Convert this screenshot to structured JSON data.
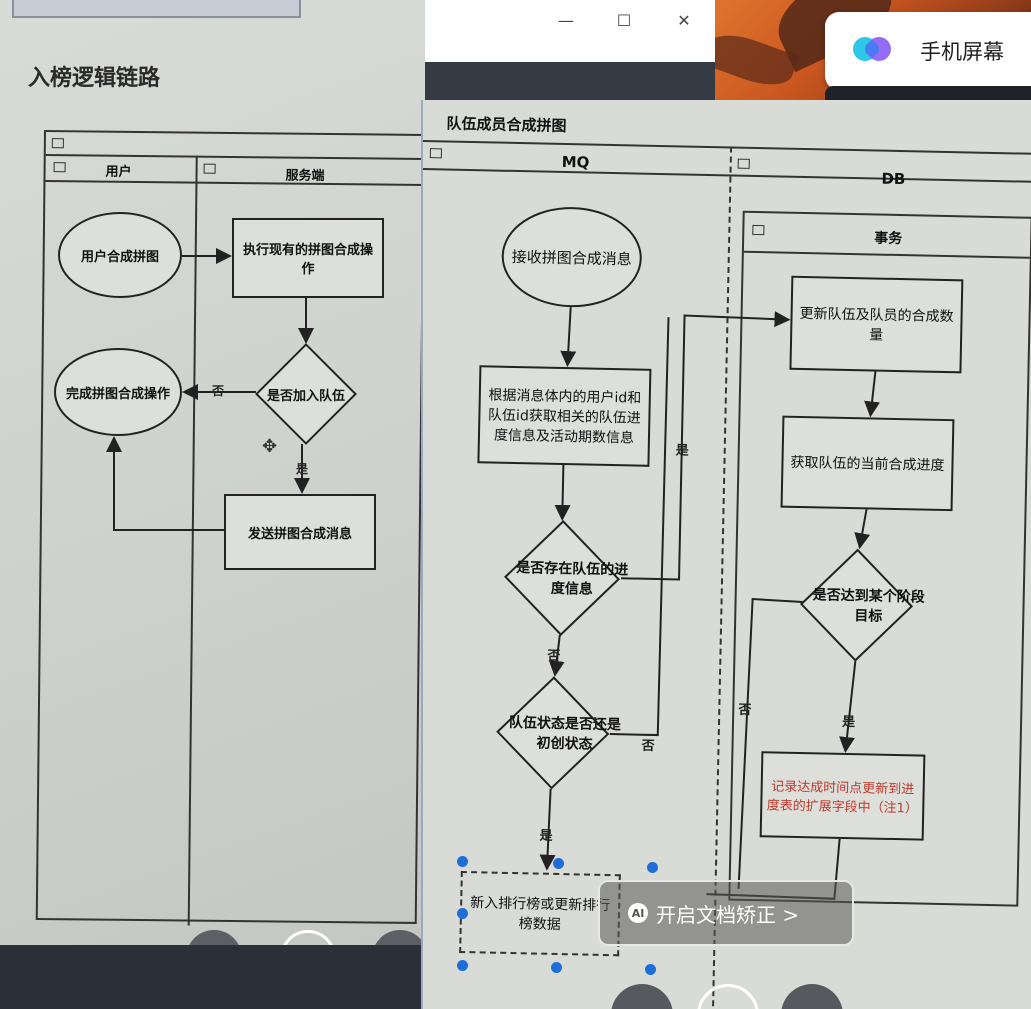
{
  "left_panel": {
    "section_title": "入榜逻辑链路",
    "lanes": {
      "user": "用户",
      "server": "服务端"
    },
    "nodes": {
      "user_compose": "用户合成拼图",
      "exec_compose": "执行现有的拼图合成操作",
      "is_join_team": "是否加入队伍",
      "finish_compose": "完成拼图合成操作",
      "send_msg": "发送拼图合成消息"
    },
    "edge_labels": {
      "no": "否",
      "yes": "是"
    }
  },
  "window_controls": {
    "minimize": "—",
    "maximize": "☐",
    "close": "✕"
  },
  "notification": {
    "text": "手机屏幕"
  },
  "right_panel": {
    "title": "队伍成员合成拼图",
    "lanes": {
      "mq": "MQ",
      "db": "DB",
      "transaction": "事务"
    },
    "nodes": {
      "receive_msg": "接收拼图合成消息",
      "get_info": "根据消息体内的用户id和队伍id获取相关的队伍进度信息及活动期数信息",
      "has_progress": "是否存在队伍的进度信息",
      "is_initial": "队伍状态是否还是初创状态",
      "rank_update": "新入排行榜或更新排行榜数据",
      "update_count": "更新队伍及队员的合成数量",
      "get_progress": "获取队伍的当前合成进度",
      "reach_goal": "是否达到某个阶段目标",
      "record_time": "记录达成时间点更新到进度表的扩展字段中（注1）"
    },
    "edge_labels": {
      "yes1": "是",
      "no1": "否",
      "no2": "否",
      "yes2": "是",
      "yes3": "是",
      "no3": "否"
    },
    "record_color": "#c0392b"
  },
  "ai_button": {
    "label": "开启文档矫正 >",
    "icon": "AI"
  }
}
